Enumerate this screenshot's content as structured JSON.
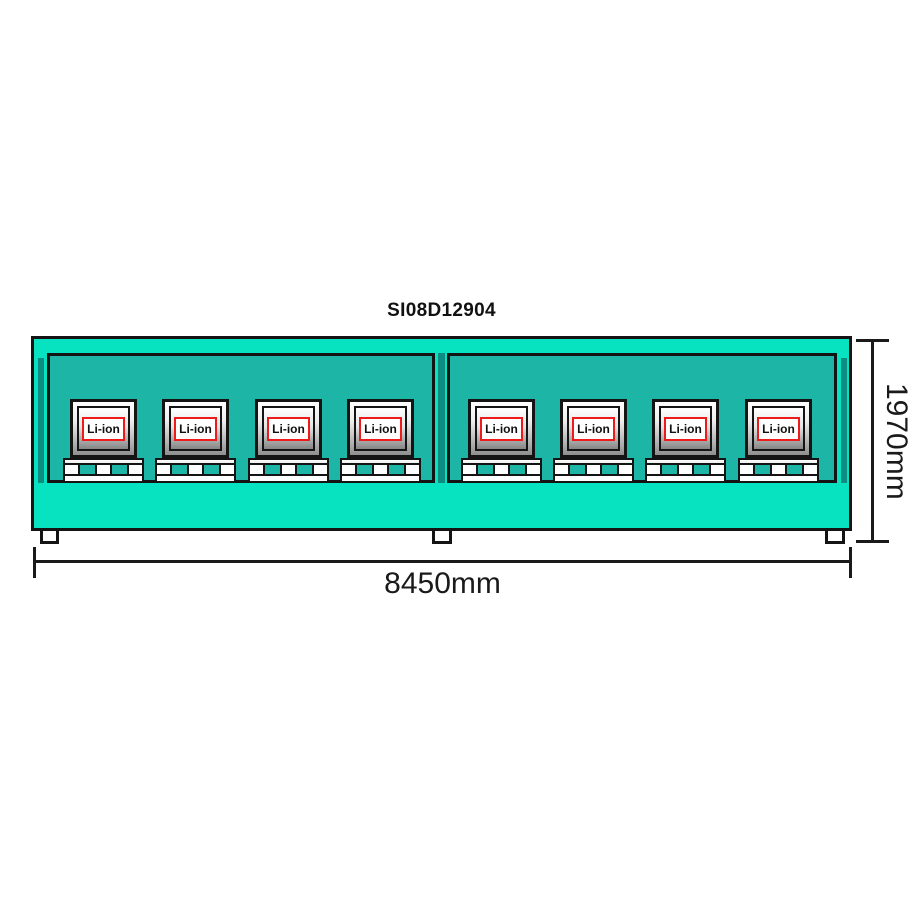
{
  "title": "SI08D12904",
  "dimensions": {
    "width": "8450mm",
    "height": "1970mm"
  },
  "module": {
    "label": "Li-ion",
    "count": 8
  },
  "colors": {
    "shell": "#07e2c0",
    "panel": "#1cb5a6",
    "divider": "#0d8d82",
    "outline": "#141414",
    "label_border": "#ef1a1a",
    "dim_text": "#1a1a1a"
  }
}
